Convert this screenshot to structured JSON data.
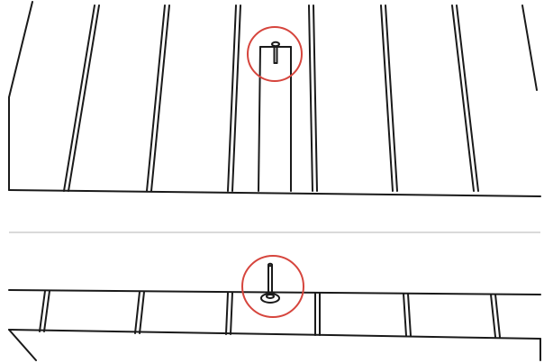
{
  "diagram": {
    "line_color": "#1a1a1a",
    "highlight_color": "#d6453d",
    "background": "#ffffff",
    "panels": [
      {
        "name": "top-detail",
        "highlight": "nail-callout"
      },
      {
        "name": "bottom-detail",
        "highlight": "screw-washer-callout"
      }
    ]
  }
}
